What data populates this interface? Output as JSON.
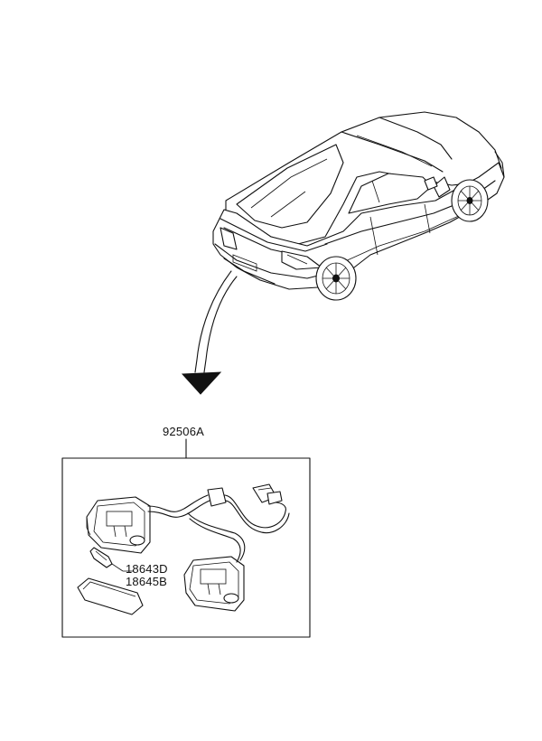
{
  "diagram": {
    "assembly_part_number": "92506A",
    "bulb_part_number": "18643D",
    "lens_part_number": "18645B"
  }
}
